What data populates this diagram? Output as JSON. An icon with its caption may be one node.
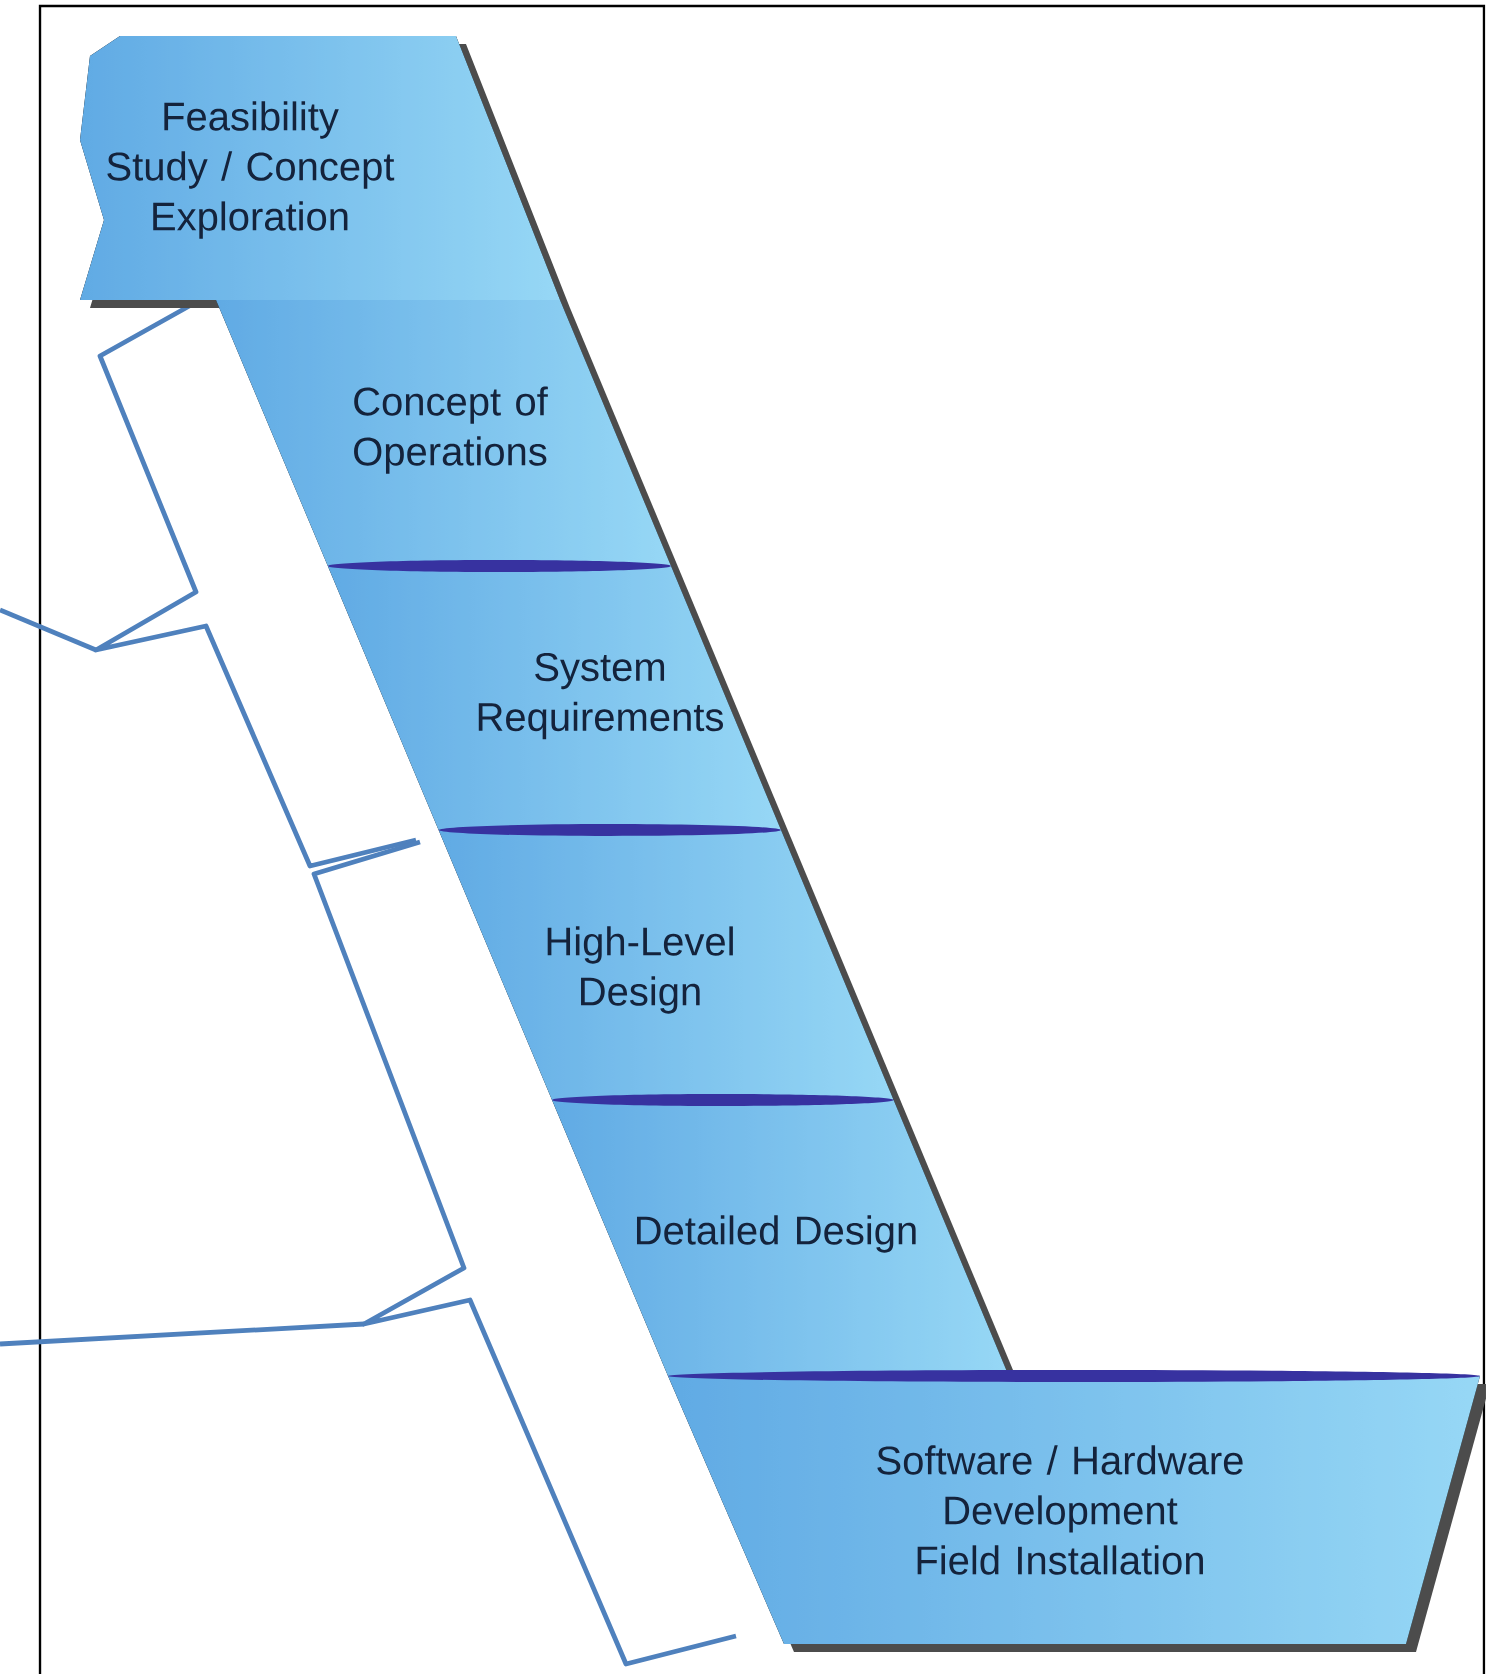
{
  "diagram": {
    "nodes": [
      {
        "text": [
          "Feasibility Study / Concept Exploration"
        ]
      },
      {
        "text": [
          "Concept of Operations"
        ]
      },
      {
        "text": [
          "System Requirements"
        ]
      },
      {
        "text": [
          "High-Level Design"
        ]
      },
      {
        "text": [
          "Detailed Design"
        ]
      },
      {
        "text": [
          "Software / Hardware Development Field Installation"
        ]
      }
    ]
  }
}
